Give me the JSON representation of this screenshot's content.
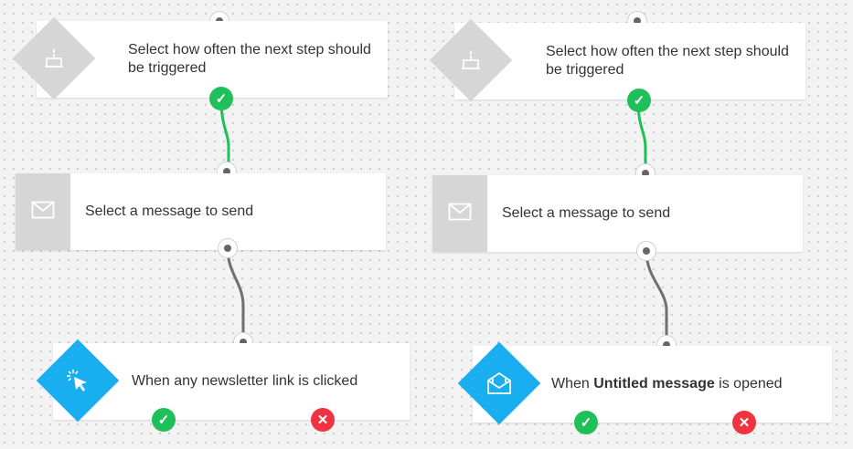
{
  "colors": {
    "yes": "#1fc05a",
    "no": "#ef3340",
    "condition_accent": "#18aef0",
    "wire_active": "#1fc05a",
    "wire_default": "#6f6f6f"
  },
  "flows": [
    {
      "trigger": {
        "label": "Select how often the next step should be triggered",
        "icon": "cake-icon"
      },
      "message": {
        "label": "Select a message to send",
        "icon": "envelope-icon"
      },
      "condition": {
        "label": "When any newsletter link is clicked",
        "icon": "cursor-click-icon"
      },
      "yes_symbol": "✓",
      "no_symbol": "✕"
    },
    {
      "trigger": {
        "label": "Select how often the next step should be triggered",
        "icon": "cake-icon"
      },
      "message": {
        "label": "Select a message to send",
        "icon": "envelope-icon"
      },
      "condition": {
        "prefix": "When ",
        "subject": "Untitled message",
        "suffix": " is opened",
        "icon": "envelope-open-icon"
      },
      "yes_symbol": "✓",
      "no_symbol": "✕"
    }
  ]
}
